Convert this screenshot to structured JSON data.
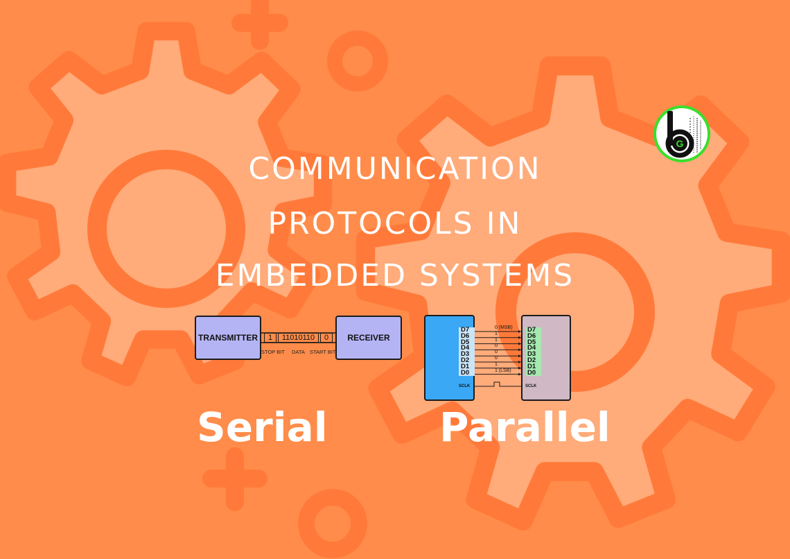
{
  "title_lines": [
    "COMMUNICATION",
    "PROTOCOLS IN",
    "EMBEDDED SYSTEMS"
  ],
  "serial": {
    "label": "Serial",
    "transmitter": "TRANSMITTER",
    "receiver": "RECEIVER",
    "frame": [
      "1",
      "11010110",
      "0"
    ],
    "frame_labels": [
      "STOP BIT",
      "DATA",
      "START BIT"
    ]
  },
  "parallel": {
    "label": "Parallel",
    "pins": [
      "D7",
      "D6",
      "D5",
      "D4",
      "D3",
      "D2",
      "D1",
      "D0"
    ],
    "bits": [
      "0 (MSB)",
      "1",
      "1",
      "0",
      "0",
      "0",
      "1",
      "1 (LSB)"
    ],
    "clock": "SCLK"
  },
  "logo": {
    "letters": "bG"
  },
  "colors": {
    "background": "#ff8c4a",
    "gear": "#ffab7a",
    "gear_ring": "#ff7a3a",
    "box": "#b4b4f5",
    "left_device": "#3aa8f5",
    "right_device": "#d0b9c4",
    "pin_highlight": "#a6e8b0"
  }
}
